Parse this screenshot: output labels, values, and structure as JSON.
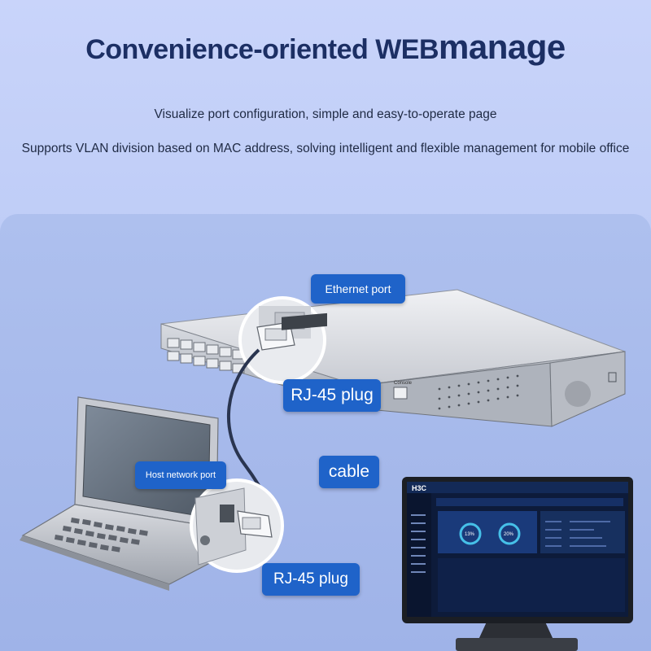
{
  "header": {
    "title_part1": "Convenience-oriented WEB",
    "title_part2": "manage",
    "subtitle_1": "Visualize port configuration, simple and easy-to-operate page",
    "subtitle_2": "Supports VLAN division based on MAC address, solving intelligent and flexible management for mobile office"
  },
  "callouts": {
    "ethernet_port": "Ethernet port",
    "rj45_top": "RJ-45 plug",
    "host_port": "Host network port",
    "cable": "cable",
    "rj45_bottom": "RJ-45 plug"
  },
  "switch": {
    "console_label": "Console"
  },
  "monitor": {
    "brand": "H3C",
    "gauge_1": "13%",
    "gauge_2": "20%"
  },
  "colors": {
    "callout_blue": "#1f63c9",
    "title_navy": "#1c2f64",
    "background_top": "#c9d4fa"
  }
}
